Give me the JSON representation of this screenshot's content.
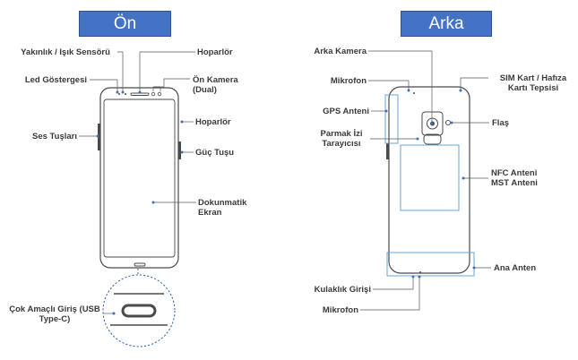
{
  "front": {
    "title": "Ön",
    "labels": {
      "proximity": "Yakınlık / Işık Sensörü",
      "led": "Led Göstergesi",
      "volume": "Ses Tuşları",
      "multipurpose": "Çok Amaçlı Giriş (USB Type-C)",
      "speaker_top": "Hoparlör",
      "front_camera": "Ön Kamera (Dual)",
      "speaker_side": "Hoparlör",
      "power": "Güç Tuşu",
      "touchscreen": "Dokunmatik Ekran"
    }
  },
  "back": {
    "title": "Arka",
    "labels": {
      "rear_camera": "Arka Kamera",
      "mic_top": "Mikrofon",
      "gps": "GPS Anteni",
      "fingerprint": "Parmak İzi Tarayıcısı",
      "headphone": "Kulaklık Girişi",
      "mic_bottom": "Mikrofon",
      "sim": "SIM Kart / Hafıza Kartı Tepsisi",
      "flash": "Flaş",
      "nfc": "NFC Anteni MST Anteni",
      "main_antenna": "Ana Anten"
    }
  }
}
